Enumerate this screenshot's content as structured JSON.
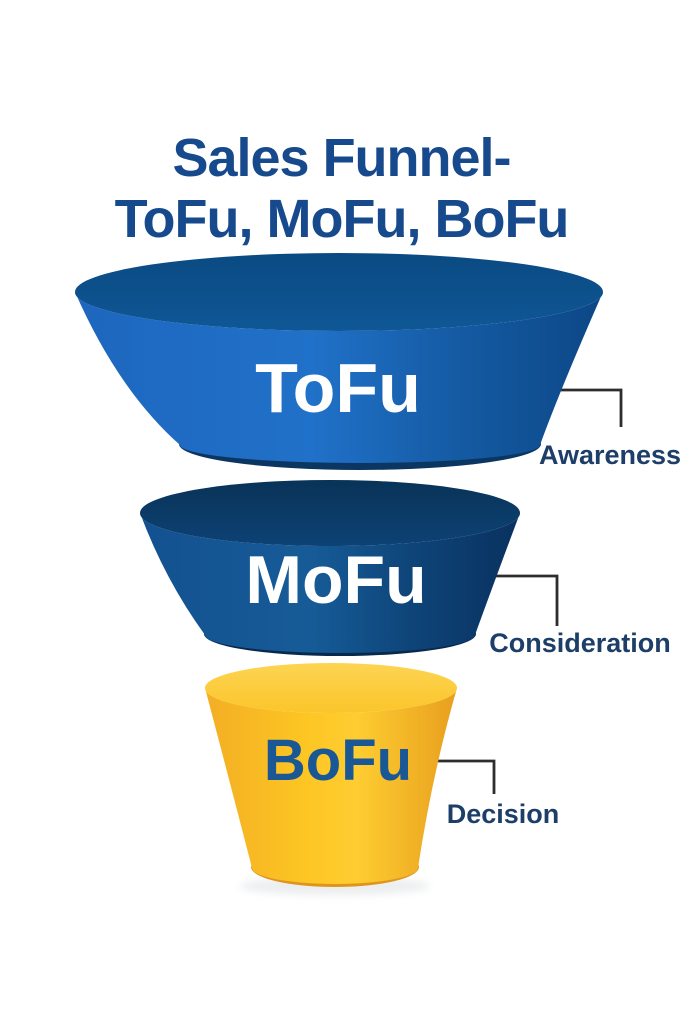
{
  "title": {
    "line1": "Sales Funnel-",
    "line2": "ToFu, MoFu, BoFu"
  },
  "funnel": {
    "stages": [
      {
        "label": "ToFu",
        "annotation": "Awareness",
        "body_color": "#1d6cc4",
        "top_color": "#0d4f8d"
      },
      {
        "label": "MoFu",
        "annotation": "Consideration",
        "body_color": "#13508c",
        "top_color": "#0b3c69"
      },
      {
        "label": "BoFu",
        "annotation": "Decision",
        "body_color": "#fcc724",
        "top_color": "#fccf42"
      }
    ]
  },
  "colors": {
    "background": "#ffffff",
    "title_text": "#174a8c",
    "stage_label_on_blue": "#ffffff",
    "stage_label_on_yellow": "#1a5795",
    "annotation_text": "#1c3e68",
    "connector_line": "#2d2d2d"
  }
}
